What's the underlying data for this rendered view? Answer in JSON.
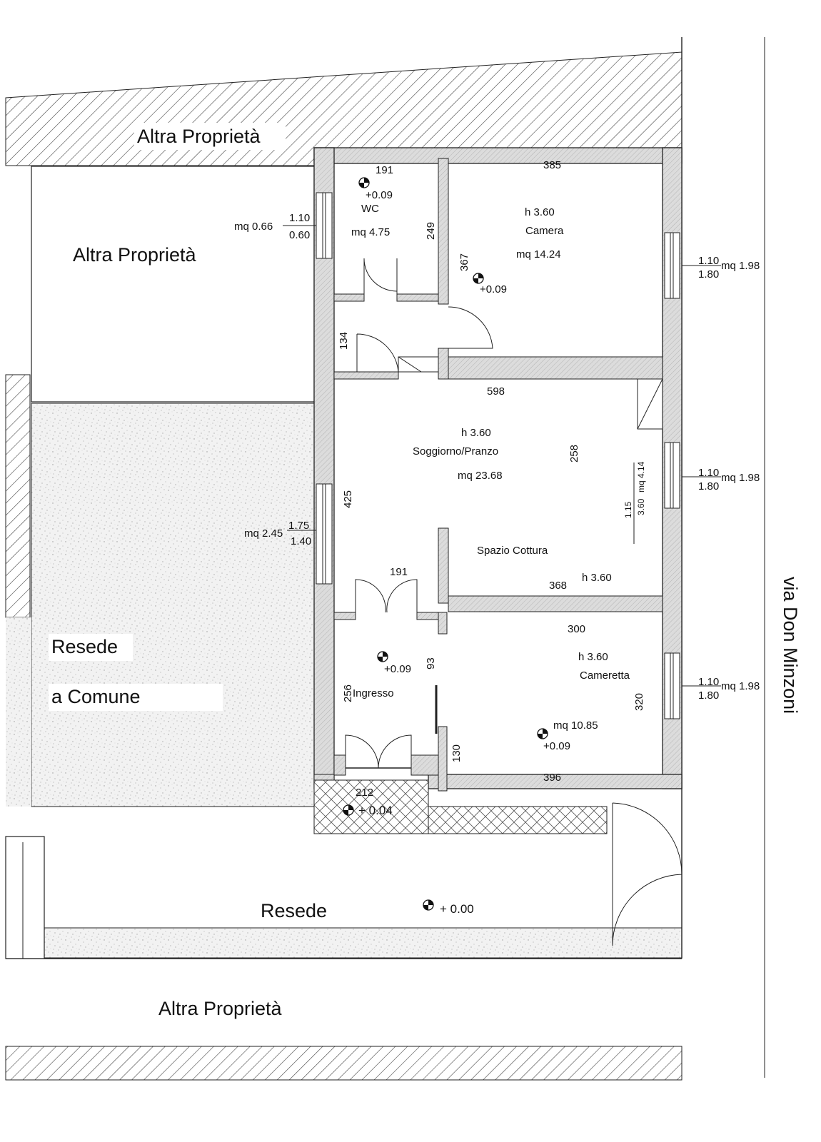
{
  "plan": {
    "neighbors": {
      "top": "Altra Proprietà",
      "left": "Altra Proprietà",
      "bottom": "Altra Proprietà"
    },
    "street": "via Don Minzoni",
    "outdoor": {
      "shared_line1": "Resede",
      "shared_line2": "a Comune",
      "resede": "Resede",
      "resede_level": "+ 0.00"
    },
    "rooms": {
      "wc": {
        "name": "WC",
        "area": "mq 4.75",
        "width": "191",
        "depth": "249",
        "level": "+0.09"
      },
      "camera": {
        "name": "Camera",
        "height": "h 3.60",
        "area": "mq 14.24",
        "width": "385",
        "depth": "367",
        "level": "+0.09"
      },
      "disimpegno": {
        "depth": "134"
      },
      "soggiorno": {
        "name": "Soggiorno/Pranzo",
        "height": "h 3.60",
        "area": "mq 23.68",
        "width": "598",
        "depth": "425",
        "depth2": "258"
      },
      "cottura": {
        "name": "Spazio Cottura",
        "height": "h 3.60",
        "width": "368"
      },
      "ingresso": {
        "name": "Ingresso",
        "depth": "256",
        "width": "191",
        "opening": "93",
        "level": "+0.09"
      },
      "cameretta": {
        "name": "Cameretta",
        "height": "h 3.60",
        "area": "mq 10.85",
        "width": "300",
        "width2": "396",
        "depth": "320",
        "depth2": "130",
        "level": "+0.09"
      },
      "step": {
        "width": "212",
        "level": "+ 0.04"
      }
    },
    "windows": {
      "wc": {
        "area": "mq 0.66",
        "w": "1.10",
        "h": "0.60"
      },
      "camera": {
        "area": "mq 1.98",
        "w": "1.10",
        "h": "1.80"
      },
      "soggiorno_east": {
        "area": "mq 1.98",
        "w": "1.10",
        "h": "1.80"
      },
      "soggiorno_west": {
        "area": "mq 2.45",
        "w": "1.75",
        "h": "1.40"
      },
      "cottura": {
        "area": "mq 4.14",
        "w": "1.15",
        "h": "3.60"
      },
      "cameretta": {
        "area": "mq 1.98",
        "w": "1.10",
        "h": "1.80"
      }
    }
  }
}
